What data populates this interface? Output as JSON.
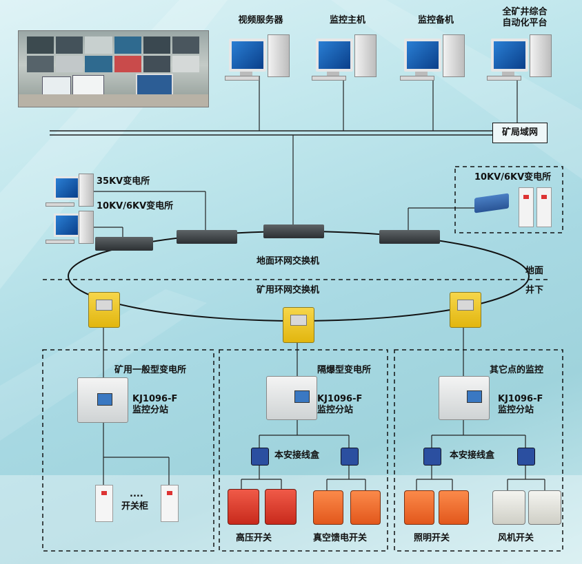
{
  "top_servers": [
    {
      "label": "视频服务器"
    },
    {
      "label": "监控主机"
    },
    {
      "label": "监控备机"
    },
    {
      "label": "全矿井综合\n自动化平台"
    }
  ],
  "network_label": "矿局域网",
  "surface_substations": {
    "left_label_1": "35KV变电所",
    "left_label_2": "10KV/6KV变电所",
    "right_label": "10KV/6KV变电所"
  },
  "ring": {
    "surface_switch_label": "地面环网交换机",
    "mine_switch_label": "矿用环网交换机",
    "surface_side_label": "地面",
    "underground_side_label": "井下"
  },
  "zones": [
    {
      "title": "矿用一般型变电所",
      "station_label": "KJ1096-F\n监控分站",
      "devices_label": "开关柜",
      "ellipsis": "...."
    },
    {
      "title": "隔爆型变电所",
      "station_label": "KJ1096-F\n监控分站",
      "junction_label": "本安接线盒",
      "group_labels": [
        "高压开关",
        "真空馈电开关"
      ]
    },
    {
      "title": "其它点的监控",
      "station_label": "KJ1096-F\n监控分站",
      "junction_label": "本安接线盒",
      "group_labels": [
        "照明开关",
        "风机开关"
      ]
    }
  ],
  "colors": {
    "high_voltage_switch": "#e23b2c",
    "vacuum_switch": "#f26a2a",
    "mine_switch": "#f3c722",
    "junction_box": "#2b4fa0"
  }
}
